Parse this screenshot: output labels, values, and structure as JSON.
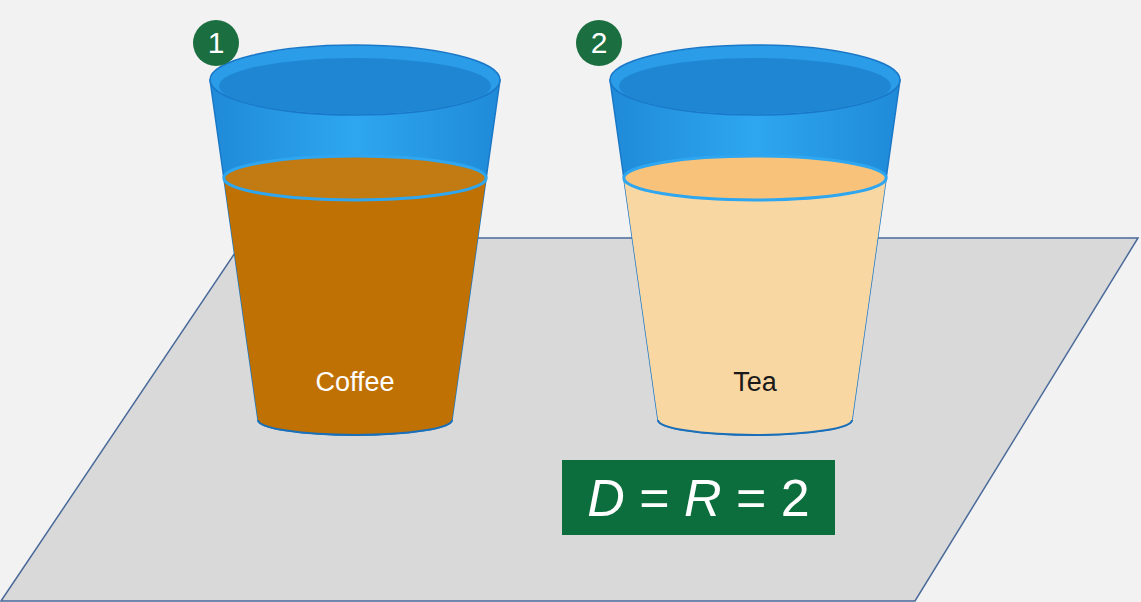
{
  "diagram": {
    "nodes": [
      {
        "text": [
          "1"
        ]
      },
      {
        "text": [
          "2"
        ]
      },
      {
        "text": [
          "Coffee"
        ]
      },
      {
        "text": [
          "Tea"
        ]
      },
      {
        "text": [
          "D = R = 2"
        ]
      }
    ]
  }
}
